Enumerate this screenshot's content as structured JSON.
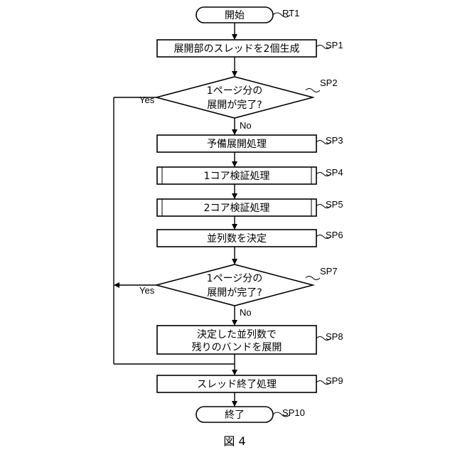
{
  "nodes": {
    "start": {
      "text": "開始",
      "tag": "RT1"
    },
    "sp1": {
      "text": "展開部のスレッドを2個生成",
      "tag": "SP1"
    },
    "sp2": {
      "line1": "1ページ分の",
      "line2": "展開が完了?",
      "tag": "SP2",
      "yes": "Yes",
      "no": "No"
    },
    "sp3": {
      "text": "予備展開処理",
      "tag": "SP3"
    },
    "sp4": {
      "text": "1コア検証処理",
      "tag": "SP4"
    },
    "sp5": {
      "text": "2コア検証処理",
      "tag": "SP5"
    },
    "sp6": {
      "text": "並列数を決定",
      "tag": "SP6"
    },
    "sp7": {
      "line1": "1ページ分の",
      "line2": "展開が完了?",
      "tag": "SP7",
      "yes": "Yes",
      "no": "No"
    },
    "sp8": {
      "line1": "決定した並列数で",
      "line2": "残りのバンドを展開",
      "tag": "SP8"
    },
    "sp9": {
      "text": "スレッド終了処理",
      "tag": "SP9"
    },
    "end": {
      "text": "終了",
      "tag": "SP10"
    }
  },
  "caption": "図 4"
}
